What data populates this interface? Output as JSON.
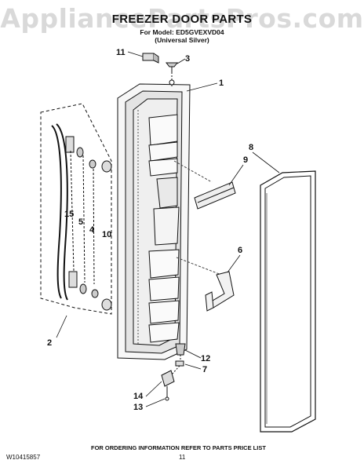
{
  "watermark": "AppliancePartsPros.com",
  "header": {
    "title": "FREEZER DOOR PARTS",
    "model_line": "For Model: ED5GVEXVD04",
    "color_line": "(Universal Silver)"
  },
  "callouts": {
    "c1": "1",
    "c2": "2",
    "c3": "3",
    "c4": "4",
    "c5": "5",
    "c6": "6",
    "c7": "7",
    "c8": "8",
    "c9": "9",
    "c10": "10",
    "c11": "11",
    "c12": "12",
    "c13": "13",
    "c14": "14",
    "c15": "15"
  },
  "footer": {
    "ordering_note": "FOR ORDERING INFORMATION REFER TO PARTS PRICE LIST",
    "doc_number": "W10415857",
    "page_number": "11"
  }
}
